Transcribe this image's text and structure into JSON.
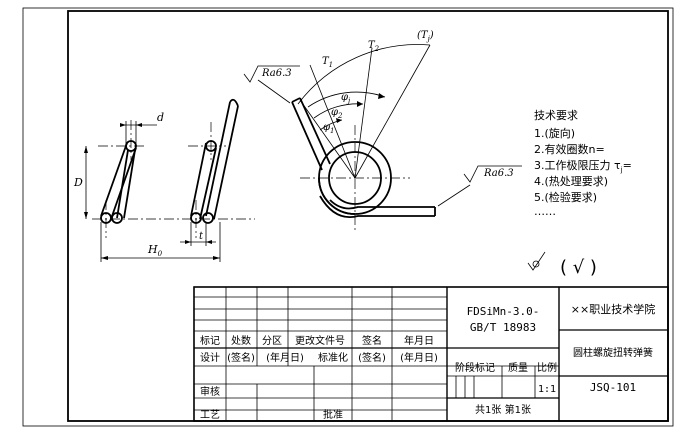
{
  "drawing": {
    "dims": {
      "wire_d": "d",
      "coil_D": "D",
      "free_height": "H",
      "free_height_sub": "0",
      "pitch": "t"
    },
    "angle_labels": {
      "T1": "T",
      "T1_sub": "1",
      "T2": "T",
      "T2_sub": "2",
      "Tj": "(T",
      "Tj_sub": "j",
      "Tj_close": ")",
      "phi1": "φ",
      "phi1_sub": "1",
      "phi2": "φ",
      "phi2_sub": "2",
      "phij": "φ",
      "phij_sub": "j"
    },
    "roughness": [
      "Ra6.3",
      "Ra6.3"
    ],
    "general_roughness_paren": "(  √  )"
  },
  "requirements": {
    "title": "技术要求",
    "items": [
      "1.(旋向)",
      "2.有效圈数n=",
      "3.工作极限压力 τ",
      "4.(热处理要求)",
      "5.(检验要求)",
      "……"
    ],
    "item3_sub": "j",
    "item3_tail": "="
  },
  "title_block": {
    "material_line1": "FDSiMn-3.0-",
    "material_line2": "GB/T 18983",
    "company": "××职业技术学院",
    "part_name": "圆柱螺旋扭转弹簧",
    "drawing_no": "JSQ-101",
    "scale": "1:1",
    "sheets": "共1张 第1张",
    "headers": {
      "mark": "标记",
      "count": "处数",
      "zone": "分区",
      "change_doc": "更改文件号",
      "signature": "签名",
      "date": "年月日",
      "design": "设计",
      "sign_paren": "(签名)",
      "date_paren": "(年月日)",
      "standardize": "标准化",
      "sign_paren2": "(签名)",
      "date_paren2": "(年月日)",
      "stage_mark": "阶段标记",
      "weight": "质量",
      "scale_label": "比例",
      "review": "审核",
      "process": "工艺",
      "approve": "批准"
    }
  }
}
